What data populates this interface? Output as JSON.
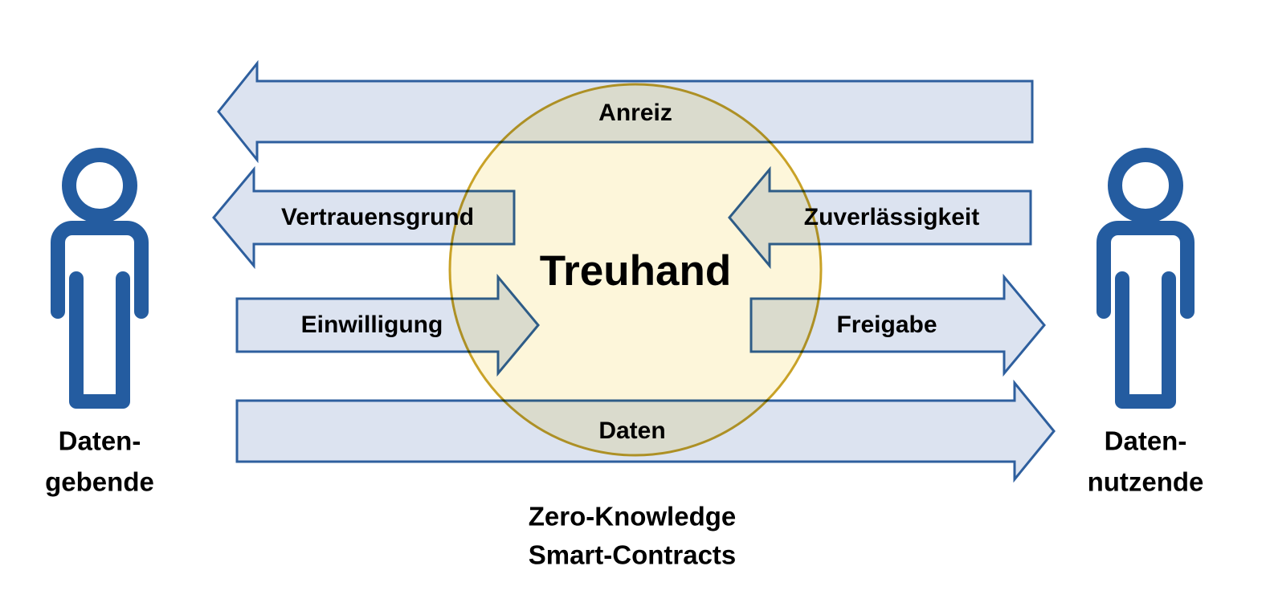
{
  "diagram": {
    "title_center": "Treuhand",
    "caption": {
      "line1": "Zero-Knowledge",
      "line2": "Smart-Contracts"
    },
    "actors": {
      "left": {
        "line1": "Daten-",
        "line2": "gebende",
        "icon": "person-icon"
      },
      "right": {
        "line1": "Daten-",
        "line2": "nutzende",
        "icon": "person-icon"
      }
    },
    "flows": [
      {
        "id": "anreiz",
        "label": "Anreiz",
        "direction": "right-to-left",
        "row": 1
      },
      {
        "id": "vertrauensgrund",
        "label": "Vertrauensgrund",
        "direction": "right-to-left",
        "row": 2
      },
      {
        "id": "zuverlaessigkeit",
        "label": "Zuverlässigkeit",
        "direction": "right-to-left",
        "row": 2
      },
      {
        "id": "einwilligung",
        "label": "Einwilligung",
        "direction": "left-to-right",
        "row": 3
      },
      {
        "id": "freigabe",
        "label": "Freigabe",
        "direction": "left-to-right",
        "row": 3
      },
      {
        "id": "daten",
        "label": "Daten",
        "direction": "left-to-right",
        "row": 4
      }
    ],
    "colors": {
      "arrow_fill": "#dce3f0",
      "arrow_stroke": "#2e5f9e",
      "circle_fill": "#fdf6da",
      "circle_stroke": "#c9a227",
      "person_stroke": "#245ca0",
      "text": "#000000",
      "background": "#ffffff"
    }
  }
}
